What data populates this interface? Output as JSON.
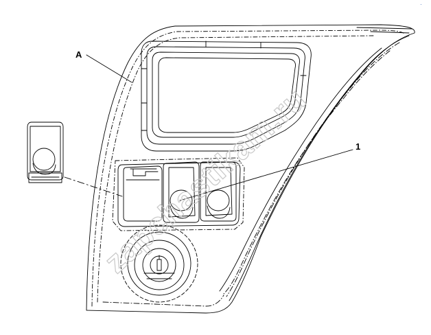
{
  "labels": {
    "panel": "A",
    "switch": "1"
  },
  "watermark": "zapchastikam.ru",
  "corner_mark": "·",
  "colors": {
    "line": "#000000",
    "watermark": "#c8c8c8",
    "corner": "#2b5fb3"
  }
}
